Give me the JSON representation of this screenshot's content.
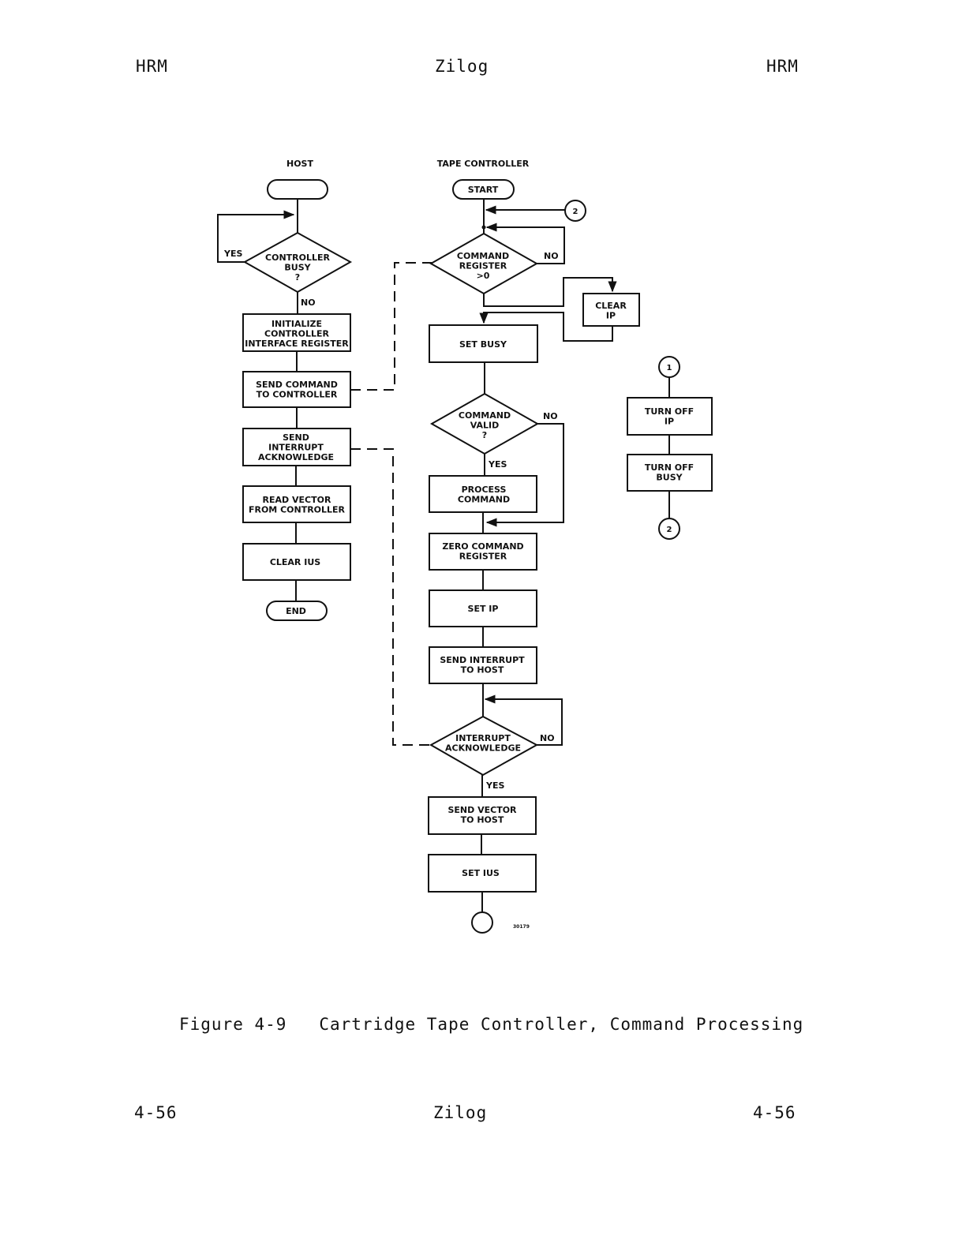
{
  "header": {
    "left": "HRM",
    "center": "Zilog",
    "right": "HRM"
  },
  "footer": {
    "left": "4-56",
    "center": "Zilog",
    "right": "4-56"
  },
  "caption": "Figure 4-9   Cartridge Tape Controller, Command Processing",
  "diagram": {
    "columns": {
      "host": "HOST",
      "tape": "TAPE CONTROLLER"
    },
    "host": {
      "start": "",
      "busy": "CONTROLLER|BUSY|?",
      "init": "INITIALIZE|CONTROLLER|INTERFACE REGISTER",
      "send_cmd": "SEND COMMAND|TO CONTROLLER",
      "send_ack": "SEND|INTERRUPT|ACKNOWLEDGE",
      "read_vec": "READ VECTOR|FROM CONTROLLER",
      "clear_ius": "CLEAR IUS",
      "end": "END",
      "yes": "YES",
      "no": "NO"
    },
    "tape": {
      "start": "START",
      "cmd_reg": "COMMAND|REGISTER|>0",
      "clear_ip": "CLEAR|IP",
      "set_busy": "SET BUSY",
      "cmd_valid": "COMMAND|VALID|?",
      "process": "PROCESS|COMMAND",
      "zero": "ZERO COMMAND|REGISTER",
      "set_ip": "SET IP",
      "send_int": "SEND INTERRUPT|TO HOST",
      "int_ack": "INTERRUPT|ACKNOWLEDGE",
      "send_vec": "SEND VECTOR|TO HOST",
      "set_ius": "SET IUS",
      "no1": "NO",
      "no2": "NO",
      "yes2": "YES",
      "no3": "NO",
      "yes3": "YES",
      "conn_2": "2",
      "ref": "30179"
    },
    "sub": {
      "conn_1": "1",
      "turn_off_ip": "TURN OFF|IP",
      "turn_off_busy": "TURN OFF|BUSY",
      "conn_2": "2"
    }
  }
}
